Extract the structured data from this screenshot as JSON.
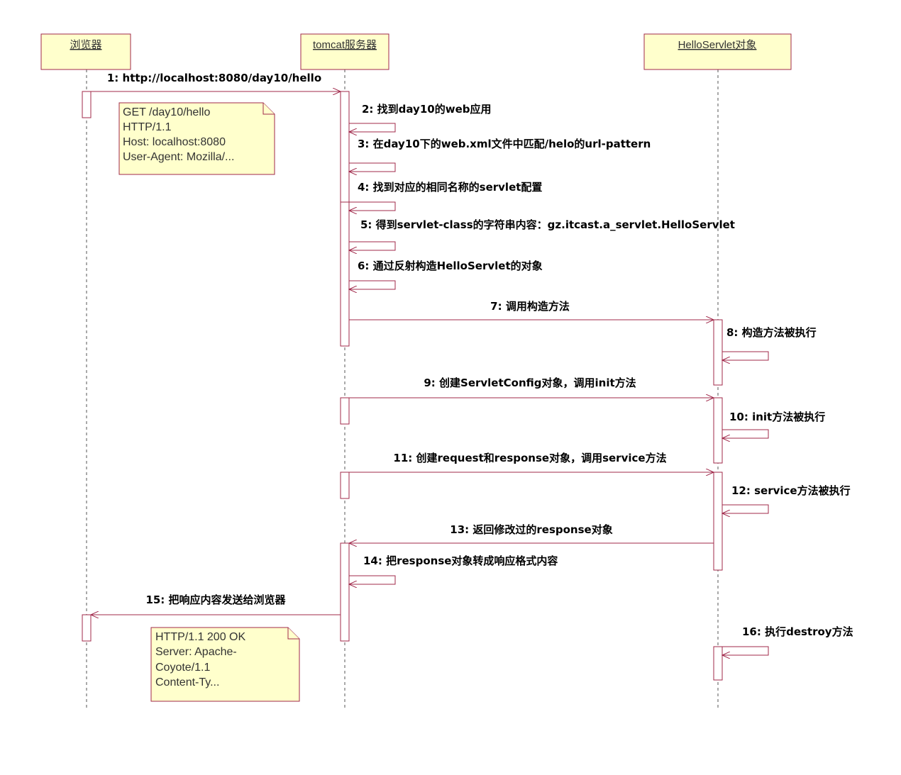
{
  "colors": {
    "accent": "#a0284a",
    "participant_fill": "#ffffcc",
    "note_fill": "#ffffcc"
  },
  "participants": [
    {
      "id": "browser",
      "label": "浏览器"
    },
    {
      "id": "tomcat",
      "label": "tomcat服务器"
    },
    {
      "id": "servlet",
      "label": "HelloServlet对象"
    }
  ],
  "messages": [
    {
      "from": "browser",
      "to": "tomcat",
      "label": "1: http://localhost:8080/day10/hello"
    },
    {
      "from": "tomcat",
      "to": "tomcat",
      "label": "2: 找到day10的web应用"
    },
    {
      "from": "tomcat",
      "to": "tomcat",
      "label": "3: 在day10下的web.xml文件中匹配/helo的url-pattern"
    },
    {
      "from": "tomcat",
      "to": "tomcat",
      "label": "4: 找到对应的相同名称的servlet配置"
    },
    {
      "from": "tomcat",
      "to": "tomcat",
      "label": "5: 得到servlet-class的字符串内容：gz.itcast.a_servlet.HelloServlet"
    },
    {
      "from": "tomcat",
      "to": "tomcat",
      "label": "6: 通过反射构造HelloServlet的对象"
    },
    {
      "from": "tomcat",
      "to": "servlet",
      "label": "7: 调用构造方法"
    },
    {
      "from": "servlet",
      "to": "servlet",
      "label": "8: 构造方法被执行"
    },
    {
      "from": "tomcat",
      "to": "servlet",
      "label": "9: 创建ServletConfig对象，调用init方法"
    },
    {
      "from": "servlet",
      "to": "servlet",
      "label": "10: init方法被执行"
    },
    {
      "from": "tomcat",
      "to": "servlet",
      "label": "11: 创建request和response对象，调用service方法"
    },
    {
      "from": "servlet",
      "to": "servlet",
      "label": "12: service方法被执行"
    },
    {
      "from": "servlet",
      "to": "tomcat",
      "label": "13: 返回修改过的response对象"
    },
    {
      "from": "tomcat",
      "to": "tomcat",
      "label": "14: 把response对象转成响应格式内容"
    },
    {
      "from": "tomcat",
      "to": "browser",
      "label": "15: 把响应内容发送给浏览器"
    },
    {
      "from": "servlet",
      "to": "servlet",
      "label": "16: 执行destroy方法"
    }
  ],
  "notes": [
    {
      "lines": [
        "GET /day10/hello",
        "HTTP/1.1",
        "Host: localhost:8080",
        "User-Agent: Mozilla/..."
      ]
    },
    {
      "lines": [
        "HTTP/1.1 200 OK",
        "Server: Apache-",
        "Coyote/1.1",
        "Content-Ty..."
      ]
    }
  ]
}
